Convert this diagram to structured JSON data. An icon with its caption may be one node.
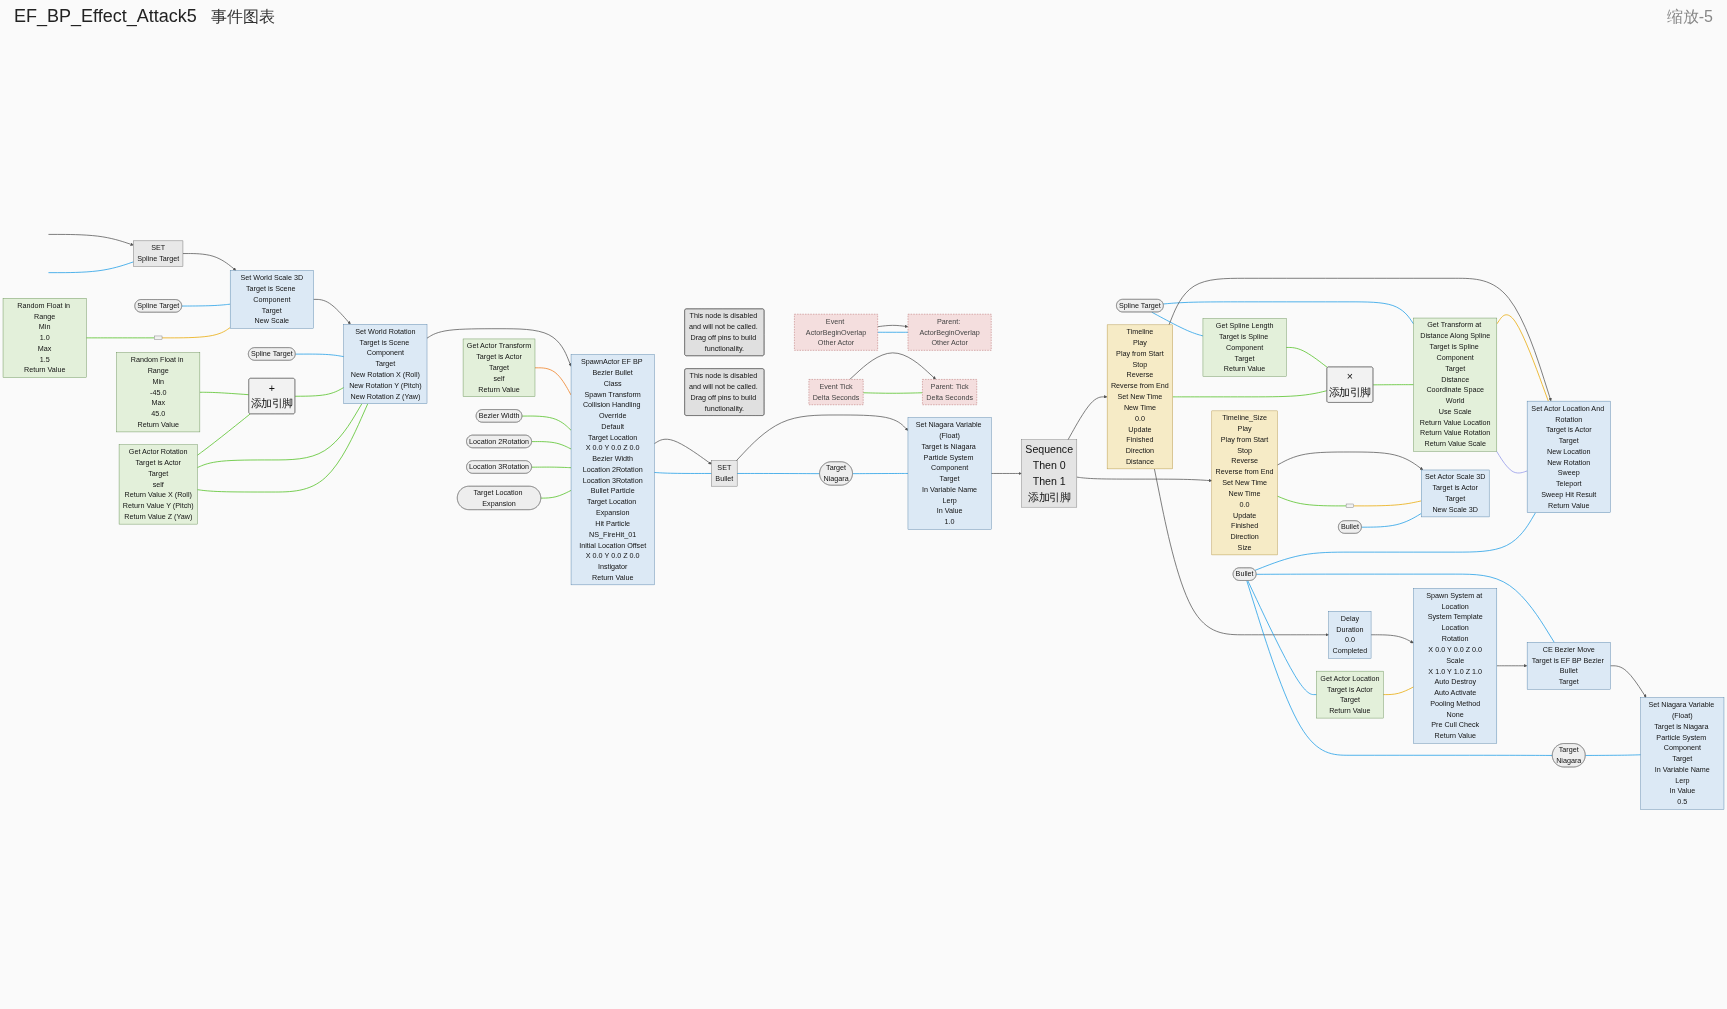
{
  "diagram": {
    "title": "EF_BP_Effect_Attack5",
    "nodes": [
      {
        "text": [
          "SET",
          "Spline Target"
        ]
      },
      {
        "text": [
          "Spline Target"
        ]
      },
      {
        "text": [
          "Set World Scale 3D",
          "Target is Scene Component",
          "Target",
          "New Scale"
        ]
      },
      {
        "text": [
          "Spline Target"
        ]
      },
      {
        "text": [
          "Set World Rotation",
          "Target is Scene Component",
          "Target",
          "New Rotation X (Roll)",
          "New Rotation Y (Pitch)",
          "New Rotation Z (Yaw)"
        ]
      },
      {
        "text": [],
        "shape": "box"
      },
      {
        "text": [
          "Random Float in Range",
          "Min",
          "1.0",
          "Max",
          "1.5",
          "Return Value"
        ]
      },
      {
        "text": [
          "Random Float in Range",
          "Min",
          "-45.0",
          "Max",
          "45.0",
          "Return Value"
        ]
      },
      {
        "text": [
          "Get Actor Rotation",
          "Target is Actor",
          "Target",
          "self",
          "Return Value X (Roll)",
          "Return Value Y (Pitch)",
          "Return Value Z (Yaw)"
        ]
      },
      {
        "text": [
          "+",
          "添加引脚"
        ]
      },
      {
        "text": [
          "SpawnActor EF BP Bezier Bullet",
          "Class",
          "Spawn Transform",
          "Collision Handling Override",
          "Default",
          "Target Location",
          "X 0.0 Y 0.0 Z 0.0",
          "Bezier Width",
          "Location 2Rotation",
          "Location 3Rotation",
          "Bullet Particle",
          "Target Location Expansion",
          "Hit Particle",
          "NS_FireHit_01",
          "Initial Location Offset",
          "X 0.0 Y 0.0 Z 0.0",
          "Instigator",
          "Return Value"
        ]
      },
      {
        "text": [
          "Get Actor Transform",
          "Target is Actor",
          "Target",
          "self",
          "Return Value"
        ]
      },
      {
        "text": [
          "This node is disabled and will not be called. Drag off pins to build functionality."
        ]
      },
      {
        "text": [
          "Event ActorBeginOverlap",
          "Other Actor"
        ]
      },
      {
        "text": [
          "Parent: ActorBeginOverlap",
          "Other Actor"
        ]
      },
      {
        "text": [
          "This node is disabled and will not be called. Drag off pins to build functionality."
        ]
      },
      {
        "text": [
          "Event Tick",
          "Delta Seconds"
        ]
      },
      {
        "text": [
          "Parent: Tick",
          "Delta Seconds"
        ]
      },
      {
        "text": [
          "Bezier Width"
        ]
      },
      {
        "text": [
          "Location 2Rotation"
        ]
      },
      {
        "text": [
          "Location 3Rotation"
        ]
      },
      {
        "text": [
          "Target Location Expansion"
        ]
      },
      {
        "text": [
          "SET",
          "Bullet"
        ]
      },
      {
        "text": [
          "Target",
          "Niagara"
        ]
      },
      {
        "text": [
          "Set Niagara Variable (Float)",
          "Target is Niagara Particle System Component",
          "Target",
          "In Variable Name",
          "Lerp",
          "In Value",
          "1.0"
        ]
      },
      {
        "text": [
          "Sequence",
          "Then 0",
          "Then 1",
          "添加引脚"
        ]
      },
      {
        "text": [
          "Spline Target"
        ]
      },
      {
        "text": [
          "Get Spline Length",
          "Target is Spline Component",
          "Target",
          "Return Value"
        ]
      },
      {
        "text": [
          "×",
          "添加引脚"
        ]
      },
      {
        "text": [
          "Timeline",
          "Play",
          "Play from Start",
          "Stop",
          "Reverse",
          "Reverse from End",
          "Set New Time",
          "New Time",
          "0.0",
          "Update",
          "Finished",
          "Direction",
          "Distance"
        ]
      },
      {
        "text": [
          "Delay",
          "Duration",
          "0.0",
          "Completed"
        ]
      },
      {
        "text": [
          "Get Transform at Distance Along Spline",
          "Target is Spline Component",
          "Target",
          "Distance",
          "Coordinate Space",
          "World",
          "Use Scale",
          "Return Value Location",
          "Return Value Rotation",
          "Return Value Scale"
        ]
      },
      {
        "text": [
          "Bullet"
        ]
      },
      {
        "text": [
          "Set Actor Location And Rotation",
          "Target is Actor",
          "Target",
          "New Location",
          "New Rotation",
          "Sweep",
          "Teleport",
          "Sweep Hit Result",
          "Return Value"
        ]
      },
      {
        "text": [
          "Target",
          "Niagara"
        ]
      },
      {
        "text": [
          "Spawn System at Location",
          "System Template",
          "Location",
          "Rotation",
          "X 0.0 Y 0.0 Z 0.0",
          "Scale",
          "X 1.0 Y 1.0 Z 1.0",
          "Auto Destroy",
          "Auto Activate",
          "Pooling Method",
          "None",
          "Pre Cull Check",
          "Return Value"
        ]
      },
      {
        "text": [
          "Get Actor Location",
          "Target is Actor",
          "Target",
          "Return Value"
        ]
      },
      {
        "text": [
          "CE Bezier Move",
          "Target is EF BP Bezier Bullet",
          "Target"
        ]
      },
      {
        "text": [
          "Set Niagara Variable (Float)",
          "Target is Niagara Particle System Component",
          "Target",
          "In Variable Name",
          "Lerp",
          "In Value",
          "0.5"
        ]
      },
      {
        "text": [
          "Timeline_Size",
          "Play",
          "Play from Start",
          "Stop",
          "Reverse",
          "Reverse from End",
          "Set New Time",
          "New Time",
          "0.0",
          "Update",
          "Finished",
          "Direction",
          "Size"
        ]
      },
      {
        "text": [],
        "shape": "box"
      },
      {
        "text": [
          "Bullet"
        ]
      },
      {
        "text": [
          "Set Actor Scale 3D",
          "Target is Actor",
          "Target",
          "New Scale 3D"
        ]
      }
    ],
    "edges": [
      {
        "from": null,
        "to": 0,
        "arrow": "to"
      },
      {
        "from": null,
        "to": 0,
        "arrow": "none",
        "color": "#1a9be6"
      },
      {
        "from": 0,
        "to": 2,
        "arrow": "to"
      },
      {
        "from": 1,
        "to": 2,
        "arrow": "none",
        "color": "#1a9be6"
      },
      {
        "from": 2,
        "to": 4,
        "arrow": "to"
      },
      {
        "from": 3,
        "to": 4,
        "arrow": "none",
        "color": "#1a9be6"
      },
      {
        "from": 6,
        "to": 5,
        "arrow": "none",
        "color": "#4fbf1f"
      },
      {
        "from": 5,
        "to": 2,
        "arrow": "none",
        "color": "#e8a800"
      },
      {
        "from": 7,
        "to": 9,
        "arrow": "none",
        "color": "#4fbf1f"
      },
      {
        "from": 8,
        "to": 9,
        "arrow": "none",
        "color": "#4fbf1f"
      },
      {
        "from": 9,
        "to": 4,
        "arrow": "none",
        "color": "#4fbf1f"
      },
      {
        "from": 8,
        "to": 4,
        "arrow": "none",
        "color": "#4fbf1f"
      },
      {
        "from": 8,
        "to": 4,
        "arrow": "none",
        "color": "#4fbf1f"
      },
      {
        "from": 4,
        "to": 10,
        "arrow": "to"
      },
      {
        "from": 11,
        "to": 10,
        "arrow": "none",
        "color": "#ee7b1c"
      },
      {
        "from": 18,
        "to": 10,
        "arrow": "none",
        "color": "#4fbf1f"
      },
      {
        "from": 19,
        "to": 10,
        "arrow": "none",
        "color": "#4fbf1f"
      },
      {
        "from": 20,
        "to": 10,
        "arrow": "none",
        "color": "#4fbf1f"
      },
      {
        "from": 21,
        "to": 10,
        "arrow": "none",
        "color": "#4fbf1f"
      },
      {
        "from": 13,
        "to": 14,
        "arrow": "to"
      },
      {
        "from": 13,
        "to": 14,
        "arrow": "none",
        "color": "#1a9be6"
      },
      {
        "from": 16,
        "to": 17,
        "arrow": "to"
      },
      {
        "from": 16,
        "to": 17,
        "arrow": "none",
        "color": "#4fbf1f"
      },
      {
        "from": 10,
        "to": 22,
        "arrow": "to"
      },
      {
        "from": 10,
        "to": 22,
        "arrow": "none",
        "color": "#1a9be6"
      },
      {
        "from": 22,
        "to": 23,
        "arrow": "none",
        "color": "#1a9be6"
      },
      {
        "from": 22,
        "to": 24,
        "arrow": "to"
      },
      {
        "from": 23,
        "to": 24,
        "arrow": "none",
        "color": "#1a9be6"
      },
      {
        "from": 24,
        "to": 25,
        "arrow": "to"
      },
      {
        "from": 25,
        "to": 29,
        "arrow": "to"
      },
      {
        "from": 25,
        "to": 39,
        "arrow": "to"
      },
      {
        "from": 26,
        "to": 27,
        "arrow": "none",
        "color": "#1a9be6"
      },
      {
        "from": 26,
        "to": 31,
        "arrow": "none",
        "color": "#1a9be6"
      },
      {
        "from": 27,
        "to": 28,
        "arrow": "none",
        "color": "#4fbf1f"
      },
      {
        "from": 29,
        "to": 28,
        "arrow": "none",
        "color": "#4fbf1f"
      },
      {
        "from": 28,
        "to": 31,
        "arrow": "none",
        "color": "#4fbf1f"
      },
      {
        "from": 29,
        "to": 33,
        "arrow": "to"
      },
      {
        "from": 29,
        "to": 30,
        "arrow": "to"
      },
      {
        "from": 31,
        "to": 33,
        "arrow": "none",
        "color": "#e8a800"
      },
      {
        "from": 31,
        "to": 33,
        "arrow": "none",
        "color": "#8f96e8"
      },
      {
        "from": 32,
        "to": 33,
        "arrow": "none",
        "color": "#1a9be6"
      },
      {
        "from": 32,
        "to": 34,
        "arrow": "none",
        "color": "#1a9be6"
      },
      {
        "from": 32,
        "to": 37,
        "arrow": "none",
        "color": "#1a9be6"
      },
      {
        "from": 32,
        "to": 36,
        "arrow": "none",
        "color": "#1a9be6"
      },
      {
        "from": 30,
        "to": 35,
        "arrow": "to"
      },
      {
        "from": 36,
        "to": 35,
        "arrow": "none",
        "color": "#e8a800"
      },
      {
        "from": 35,
        "to": 37,
        "arrow": "to"
      },
      {
        "from": 37,
        "to": 38,
        "arrow": "to"
      },
      {
        "from": 34,
        "to": 38,
        "arrow": "none",
        "color": "#1a9be6"
      },
      {
        "from": 39,
        "to": 42,
        "arrow": "to"
      },
      {
        "from": 39,
        "to": 40,
        "arrow": "none",
        "color": "#4fbf1f"
      },
      {
        "from": 40,
        "to": 42,
        "arrow": "none",
        "color": "#e8a800"
      },
      {
        "from": 41,
        "to": 42,
        "arrow": "none",
        "color": "#1a9be6"
      }
    ],
    "labels": [
      "事件图表",
      "缩放-5"
    ]
  }
}
